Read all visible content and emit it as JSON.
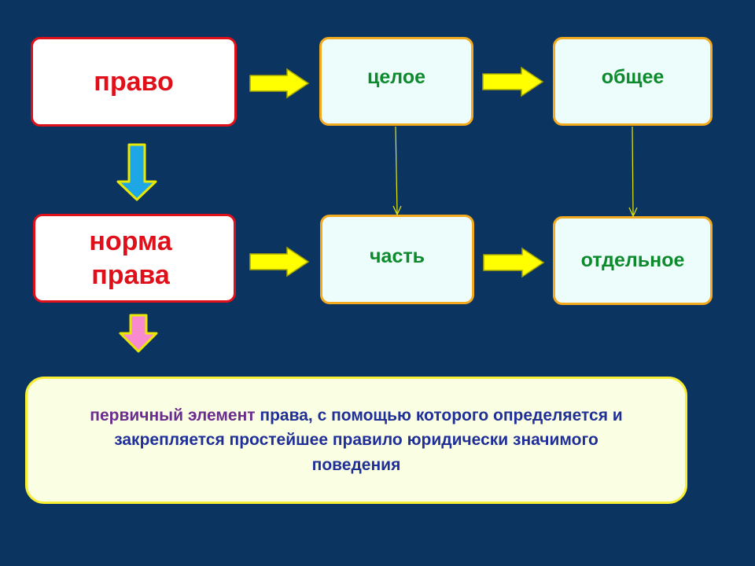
{
  "nodes": {
    "pravo": "право",
    "norma_line1": "норма",
    "norma_line2": "права",
    "celoe": "целое",
    "obshchee": "общее",
    "chast": "часть",
    "otdelnoe": "отдельное"
  },
  "definition": {
    "term": "первичный элемент",
    "rest": "права, с помощью которого определяется и закрепляется простейшее правило юридически значимого поведения"
  },
  "colors": {
    "background": "#0b3461",
    "red_border": "#e0101a",
    "orange_border": "#f3aa1f",
    "green_text": "#0d8a2c",
    "arrow_yellow": "#ffff00",
    "arrow_blue": "#1ea7e6",
    "arrow_pink": "#f78bcd",
    "definition_text": "#1f2f97",
    "definition_term": "#6a2c8e"
  }
}
